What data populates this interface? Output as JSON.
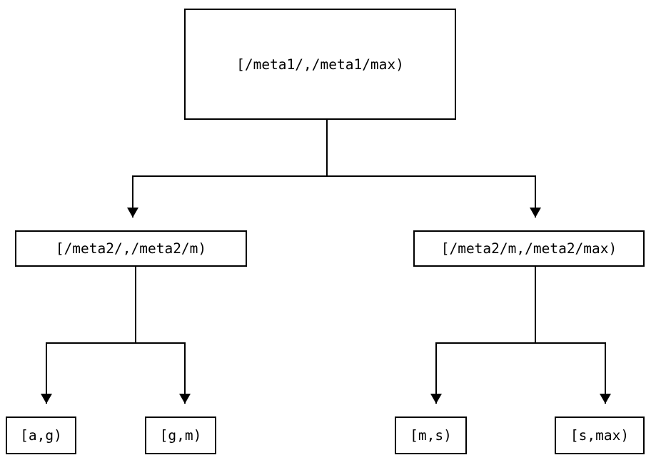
{
  "diagram": {
    "type": "tree",
    "title": "",
    "background_color": "#ffffff",
    "line_color": "#000000",
    "text_color": "#000000",
    "levels": 3,
    "nodes": {
      "root": {
        "label": "[/meta1/,/meta1/max)",
        "level": 0
      },
      "mid_left": {
        "label": "[/meta2/,/meta2/m)",
        "level": 1
      },
      "mid_right": {
        "label": "[/meta2/m,/meta2/max)",
        "level": 1
      },
      "leaf_ag": {
        "label": "[a,g)",
        "level": 2
      },
      "leaf_gm": {
        "label": "[g,m)",
        "level": 2
      },
      "leaf_ms": {
        "label": "[m,s)",
        "level": 2
      },
      "leaf_smax": {
        "label": "[s,max)",
        "level": 2
      }
    },
    "edges": [
      {
        "from": "root",
        "to": "mid_left",
        "arrow": "down-triangle"
      },
      {
        "from": "root",
        "to": "mid_right",
        "arrow": "down-triangle"
      },
      {
        "from": "mid_left",
        "to": "leaf_ag",
        "arrow": "down-triangle"
      },
      {
        "from": "mid_left",
        "to": "leaf_gm",
        "arrow": "down-triangle"
      },
      {
        "from": "mid_right",
        "to": "leaf_ms",
        "arrow": "down-triangle"
      },
      {
        "from": "mid_right",
        "to": "leaf_smax",
        "arrow": "down-triangle"
      }
    ]
  }
}
